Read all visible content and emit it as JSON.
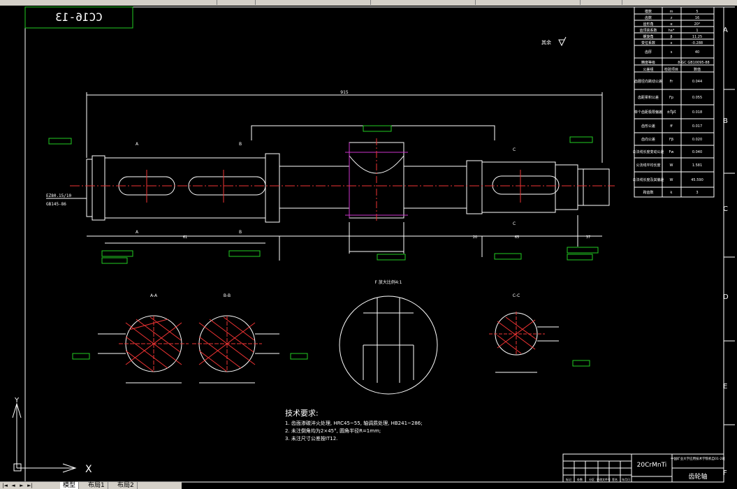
{
  "drawing": {
    "code": "CC16-13",
    "material": "20CrMnTi",
    "part_name": "齿轮轴",
    "school": "中国矿业大学应用技术学院机自01-2班",
    "roughness_note": "其余",
    "overall_length": "915",
    "left_fit": "EZ80.15/10",
    "left_fit_sub": "GB145-86",
    "section_labels": [
      "A-A",
      "B-B",
      "F 放大比例4:1",
      "C-C"
    ],
    "tech_title": "技术要求:",
    "tech_items": [
      "1. 齿面渗碳淬火处理, HRC45~55, 轴调质处理, HB241~286;",
      "2. 未注倒角均为2×45°, 圆角半径R=1mm;",
      "3. 未注尺寸公差按IT12."
    ]
  },
  "gear_table": {
    "rows": [
      [
        "模数",
        "m",
        "5"
      ],
      [
        "齿数",
        "z",
        "16"
      ],
      [
        "齿形角",
        "α",
        "20°"
      ],
      [
        "齿顶高系数",
        "ha*",
        "1"
      ],
      [
        "螺旋角",
        "β",
        "11.25"
      ],
      [
        "变位系数",
        "x",
        "-0.288"
      ],
      [
        "齿厚",
        "s",
        "40"
      ],
      [
        "精度等级",
        "",
        "8-GC GB10095-88"
      ],
      [
        "公差组",
        "检验项目",
        "数值"
      ],
      [
        "齿圈径向跳动公差",
        "Fr",
        "0.044"
      ],
      [
        "齿距累积公差",
        "Fp",
        "0.055"
      ],
      [
        "单个齿距极限偏差",
        "±fpt",
        "0.018"
      ],
      [
        "齿形公差",
        "ff",
        "0.017"
      ],
      [
        "齿向公差",
        "Fβ",
        "0.020"
      ],
      [
        "公法线长度变动公差",
        "Fw",
        "0.040"
      ],
      [
        "公法线平均长度",
        "W",
        "1.581"
      ],
      [
        "公法线长度及其偏差",
        "W",
        "45.590"
      ],
      [
        "跨齿数",
        "k",
        "3"
      ]
    ]
  },
  "border_letters": [
    "A",
    "B",
    "C",
    "D",
    "E",
    "F"
  ],
  "title_block": {
    "bottom_cells": [
      "标记",
      "处数",
      "分区",
      "更改文件号",
      "签名",
      "年月日"
    ]
  },
  "ucs": {
    "x_label": "X",
    "y_label": "Y"
  },
  "tabs": [
    {
      "label": "模型"
    },
    {
      "label": "布局1"
    },
    {
      "label": "布局2"
    }
  ]
}
